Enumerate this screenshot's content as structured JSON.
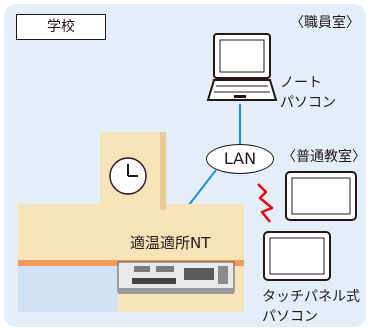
{
  "school": {
    "label": "学校"
  },
  "staff_room": {
    "label": "〈職員室〉",
    "device_line1": "ノート",
    "device_line2": "パソコン"
  },
  "network": {
    "label": "LAN"
  },
  "classroom": {
    "label": "〈普通教室〉",
    "device_line1": "タッチパネル式",
    "device_line2": "パソコン"
  },
  "controller": {
    "label": "適温適所NT"
  },
  "colors": {
    "background_panel": "#e3eef8",
    "building": "#f6e3b9",
    "building_shadow": "#e8cd95",
    "network_line": "#1f8fd1",
    "wireless_signal": "#e60012",
    "accent_band": "#f08a3c"
  }
}
